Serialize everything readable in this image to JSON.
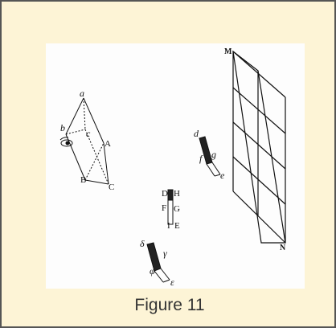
{
  "caption": "Figure 11",
  "labels": {
    "a": "a",
    "b": "b",
    "c": "c",
    "B": "B",
    "C": "C",
    "A": "A",
    "d": "d",
    "f": "f",
    "g": "g",
    "e": "e",
    "D": "D",
    "H": "H",
    "F": "F",
    "G": "G",
    "I": "I",
    "E": "E",
    "delta": "δ",
    "gamma": "γ",
    "phi": "φ",
    "epsilon": "ε",
    "M": "M",
    "N": "N"
  },
  "colors": {
    "frame_background": "#fdf4d6",
    "frame_border": "#555555",
    "plate_background": "#fdfdfd",
    "ink": "#111111"
  }
}
